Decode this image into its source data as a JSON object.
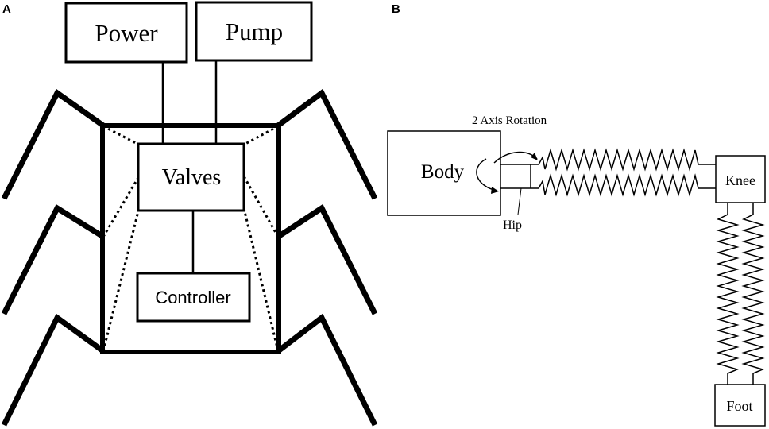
{
  "panel_a": {
    "label": "A",
    "boxes": {
      "power": "Power",
      "pump": "Pump",
      "valves": "Valves",
      "controller": "Controller"
    }
  },
  "panel_b": {
    "label": "B",
    "rotation_label": "2 Axis Rotation",
    "boxes": {
      "body": "Body",
      "knee": "Knee",
      "foot": "Foot"
    },
    "hip_label": "Hip"
  }
}
